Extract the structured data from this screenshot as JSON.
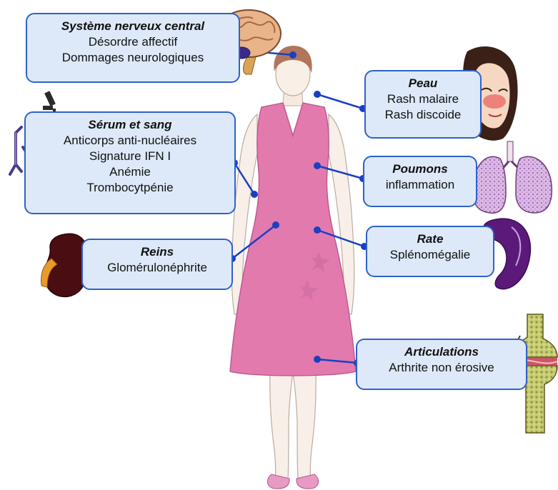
{
  "colors": {
    "box_fill": "#dde9f8",
    "box_border": "#2f62c9",
    "connector": "#1a3fc4",
    "dress": "#e27aae"
  },
  "figure": {
    "icon": "woman-figure-icon"
  },
  "boxes": {
    "cns": {
      "title": "Système nerveux central",
      "lines": [
        "Désordre affectif",
        "Dommages neurologiques"
      ],
      "icon": "brain-icon"
    },
    "skin": {
      "title": "Peau",
      "lines": [
        "Rash malaire",
        "Rash discoide"
      ],
      "icon": "face-rash-icon"
    },
    "serum": {
      "title": "Sérum et sang",
      "lines": [
        "Anticorps anti-nucléaires",
        "Signature IFN I",
        "Anémie",
        "Trombocytpénie"
      ],
      "icons": [
        "microscope-icon",
        "antibody-icon"
      ]
    },
    "lungs": {
      "title": "Poumons",
      "lines": [
        "inflammation"
      ],
      "icon": "lungs-icon"
    },
    "kidneys": {
      "title": "Reins",
      "lines": [
        "Glomérulonéphrite"
      ],
      "icon": "kidney-icon"
    },
    "spleen": {
      "title": "Rate",
      "lines": [
        "Splénomégalie"
      ],
      "icon": "spleen-icon"
    },
    "joints": {
      "title": "Articulations",
      "lines": [
        "Arthrite non érosive"
      ],
      "icon": "joint-icon"
    }
  }
}
